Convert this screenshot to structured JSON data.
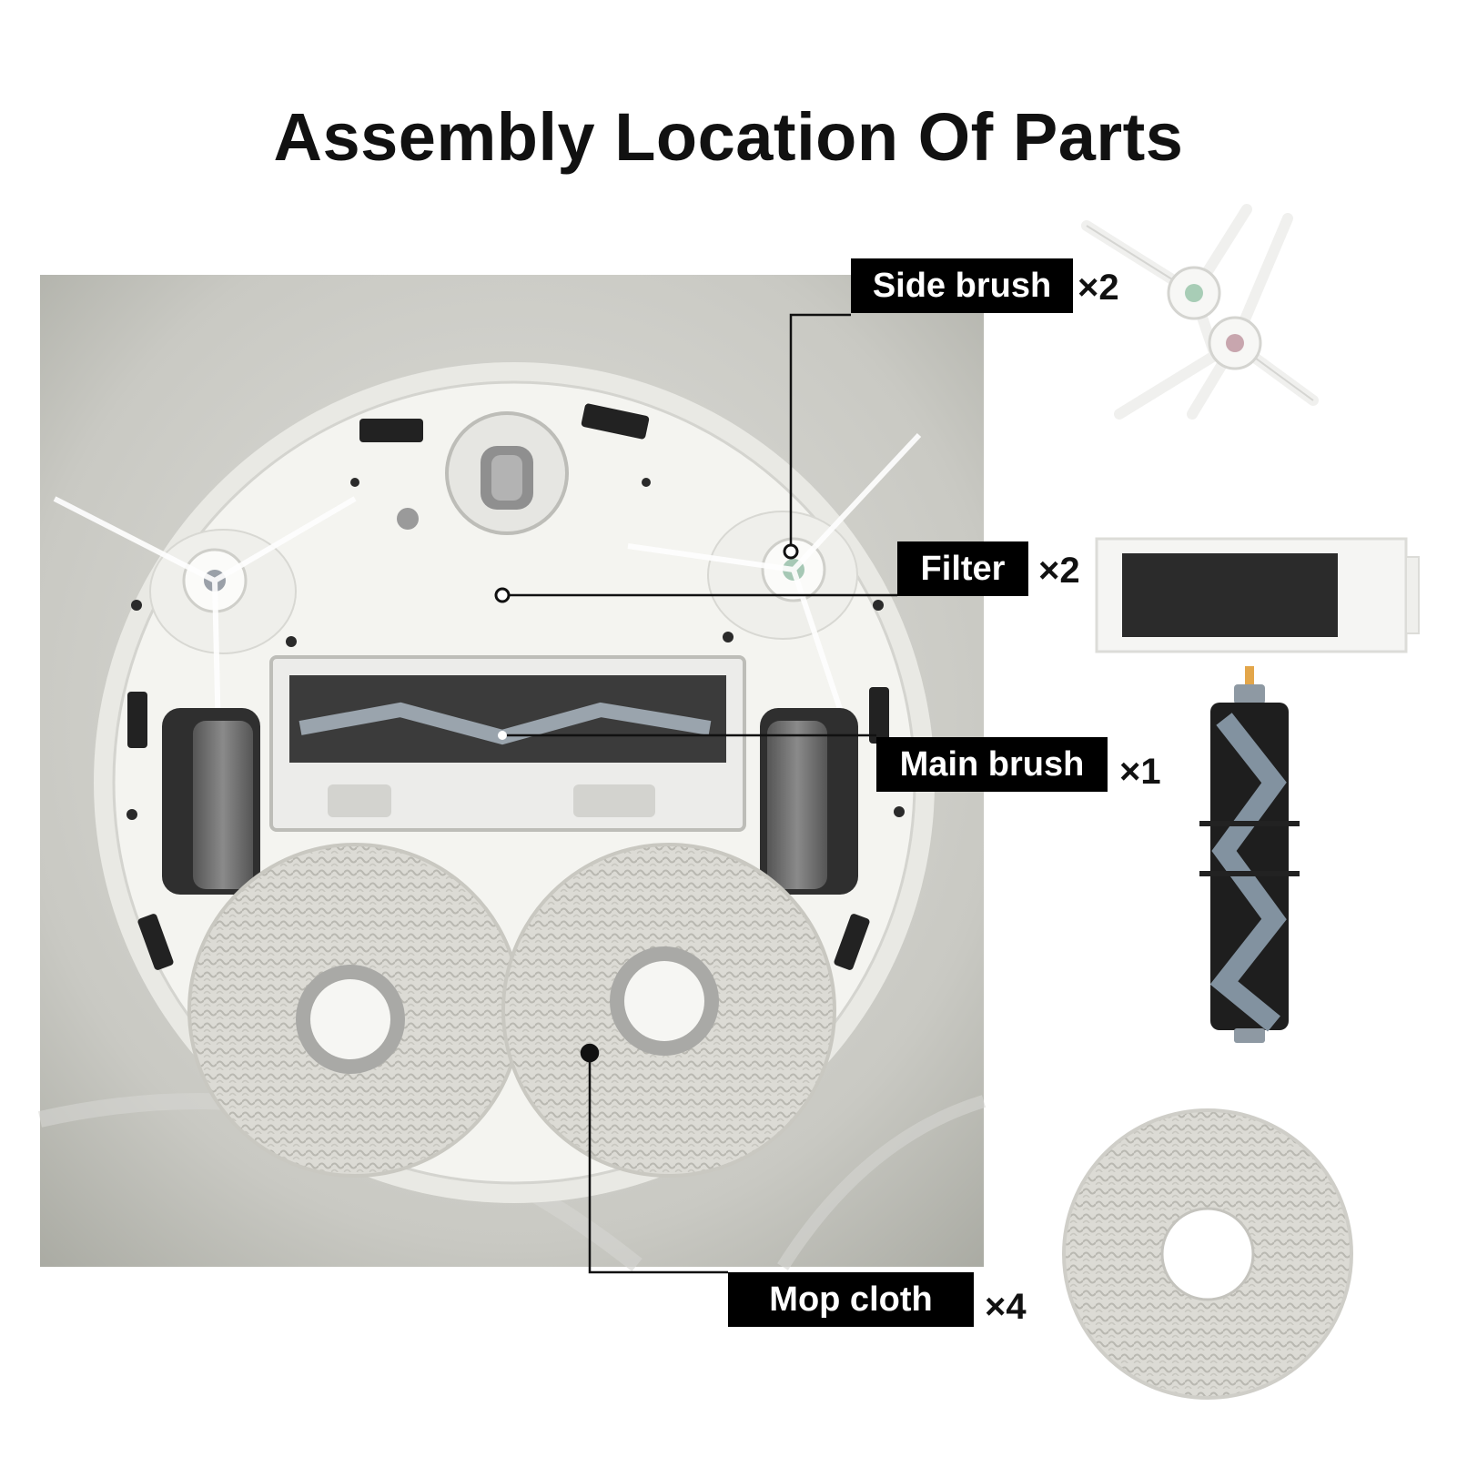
{
  "title": "Assembly Location Of Parts",
  "colors": {
    "label_bg": "#000000",
    "label_text": "#ffffff",
    "leader_line": "#111111",
    "floor": "#c8c8c4",
    "robot_body": "#f2f2ee",
    "mop": "#d9d8d2"
  },
  "parts": [
    {
      "id": "side-brush",
      "label": "Side brush",
      "quantity": "×2",
      "icon": "side-brush-icon"
    },
    {
      "id": "filter",
      "label": "Filter",
      "quantity": "×2",
      "icon": "filter-icon"
    },
    {
      "id": "main-brush",
      "label": "Main brush",
      "quantity": "×1",
      "icon": "main-brush-icon"
    },
    {
      "id": "mop-cloth",
      "label": "Mop cloth",
      "quantity": "×4",
      "icon": "mop-cloth-icon"
    }
  ]
}
